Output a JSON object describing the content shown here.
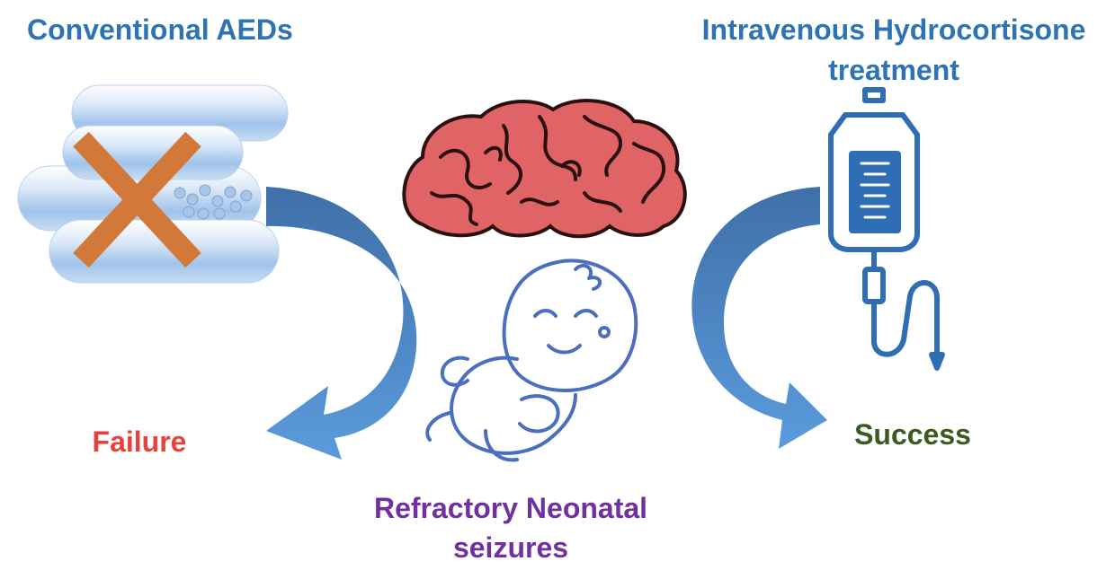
{
  "labels": {
    "conventional_aeds": "Conventional AEDs",
    "hydrocortisone_line1": "Intravenous Hydrocortisone",
    "hydrocortisone_line2": "treatment",
    "failure": "Failure",
    "success": "Success",
    "refractory_line1": "Refractory Neonatal",
    "refractory_line2": "seizures"
  },
  "colors": {
    "title_blue": "#2e74b5",
    "failure_red": "#e8413a",
    "success_green": "#3a5a1e",
    "refractory_purple": "#7030a0",
    "arrow_blue": "#4f86c6",
    "brain_red": "#e06466",
    "cross_orange": "#d2793a",
    "iv_blue": "#2f6eb5"
  },
  "icons": [
    "capsules-icon",
    "cross-icon",
    "brain-icon",
    "baby-icon",
    "iv-bag-icon",
    "curved-arrow-left-icon",
    "curved-arrow-right-icon"
  ]
}
